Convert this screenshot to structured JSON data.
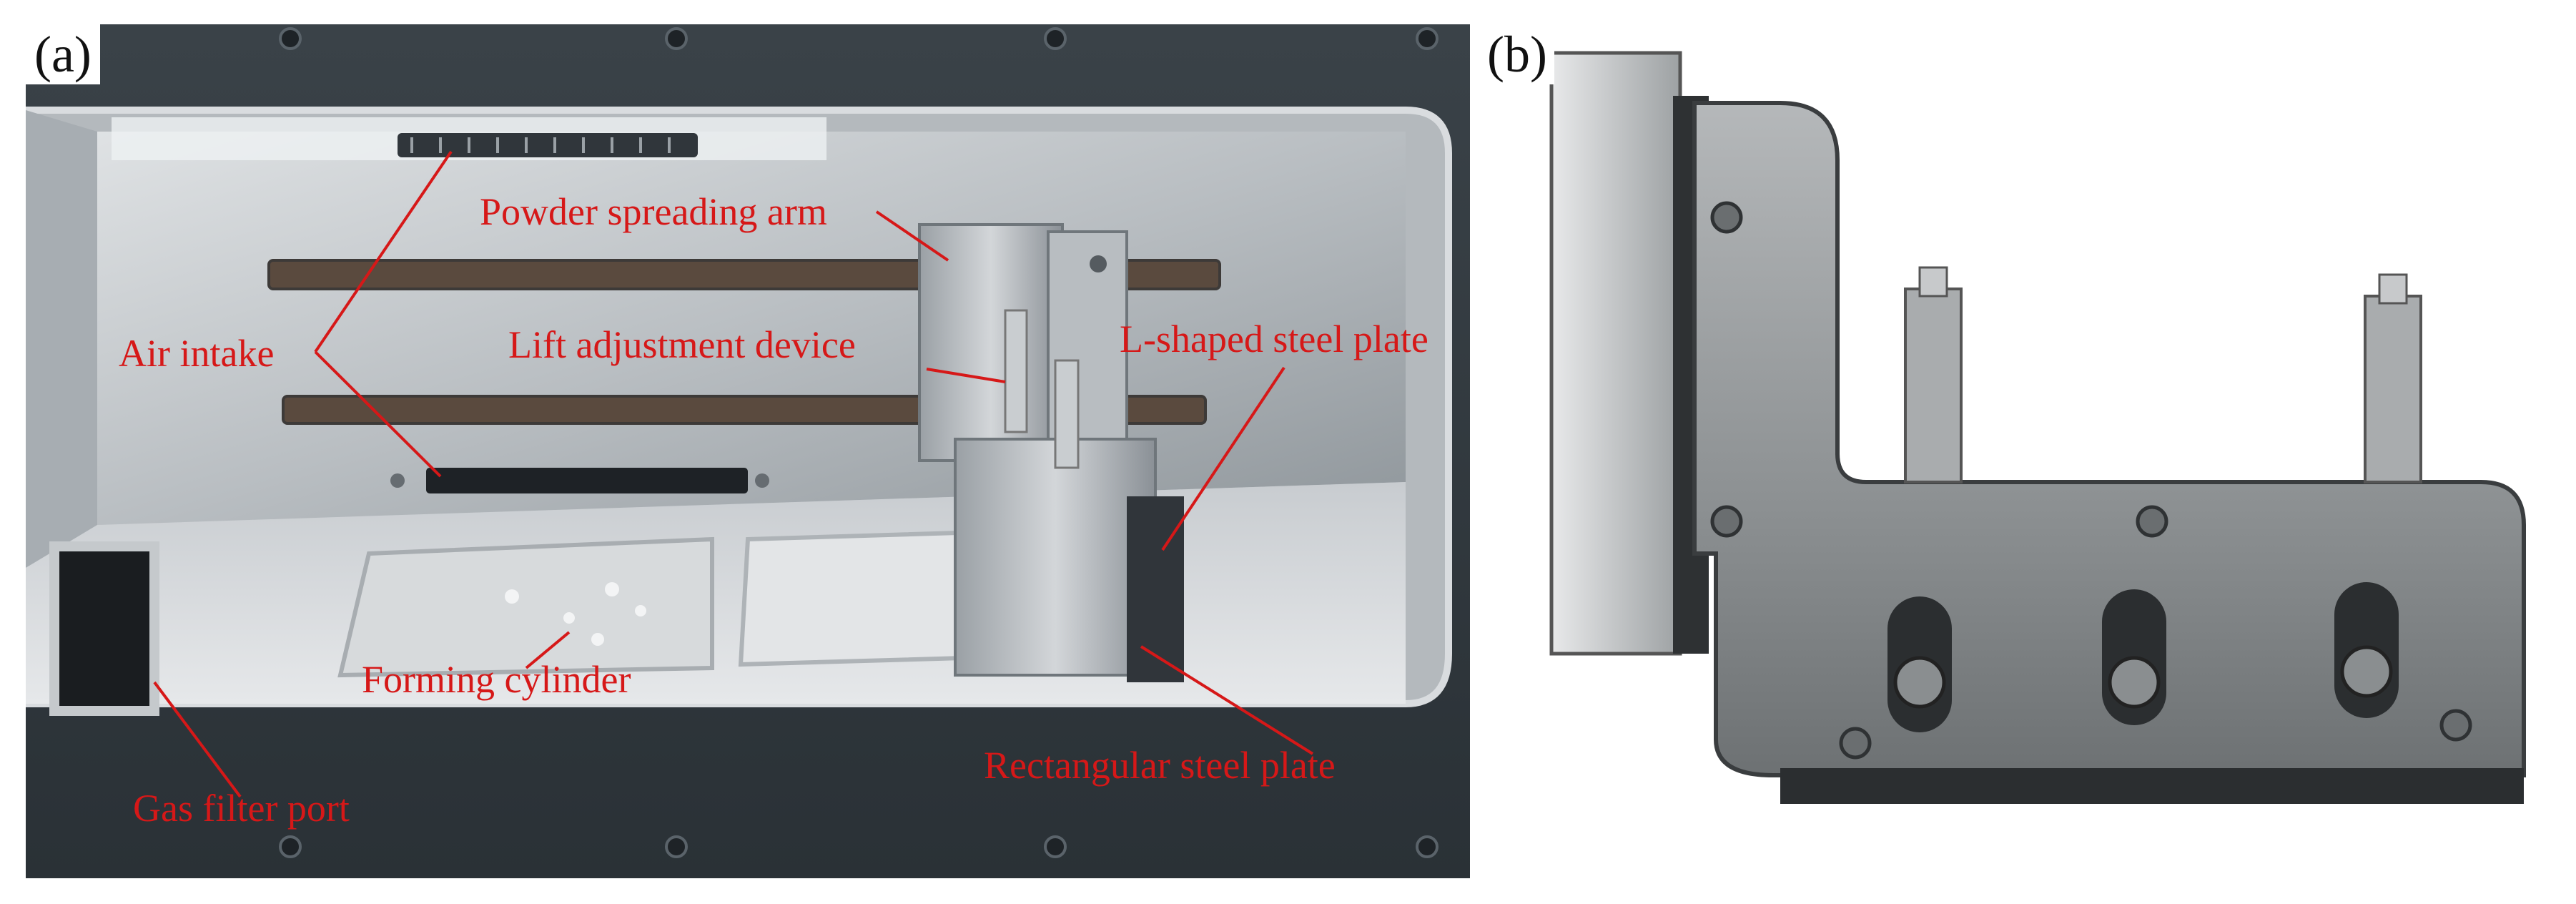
{
  "figure": {
    "panel_a": {
      "label": "(a)",
      "callouts": {
        "powder_spreading_arm": "Powder spreading arm",
        "air_intake": "Air intake",
        "lift_adjustment_device": "Lift adjustment device",
        "l_shaped_steel_plate": "L-shaped steel plate",
        "forming_cylinder": "Forming cylinder",
        "rectangular_steel_plate": "Rectangular steel plate",
        "gas_filter_port": "Gas filter port"
      },
      "callout_color": "#d61818"
    },
    "panel_b": {
      "label": "(b)"
    }
  }
}
